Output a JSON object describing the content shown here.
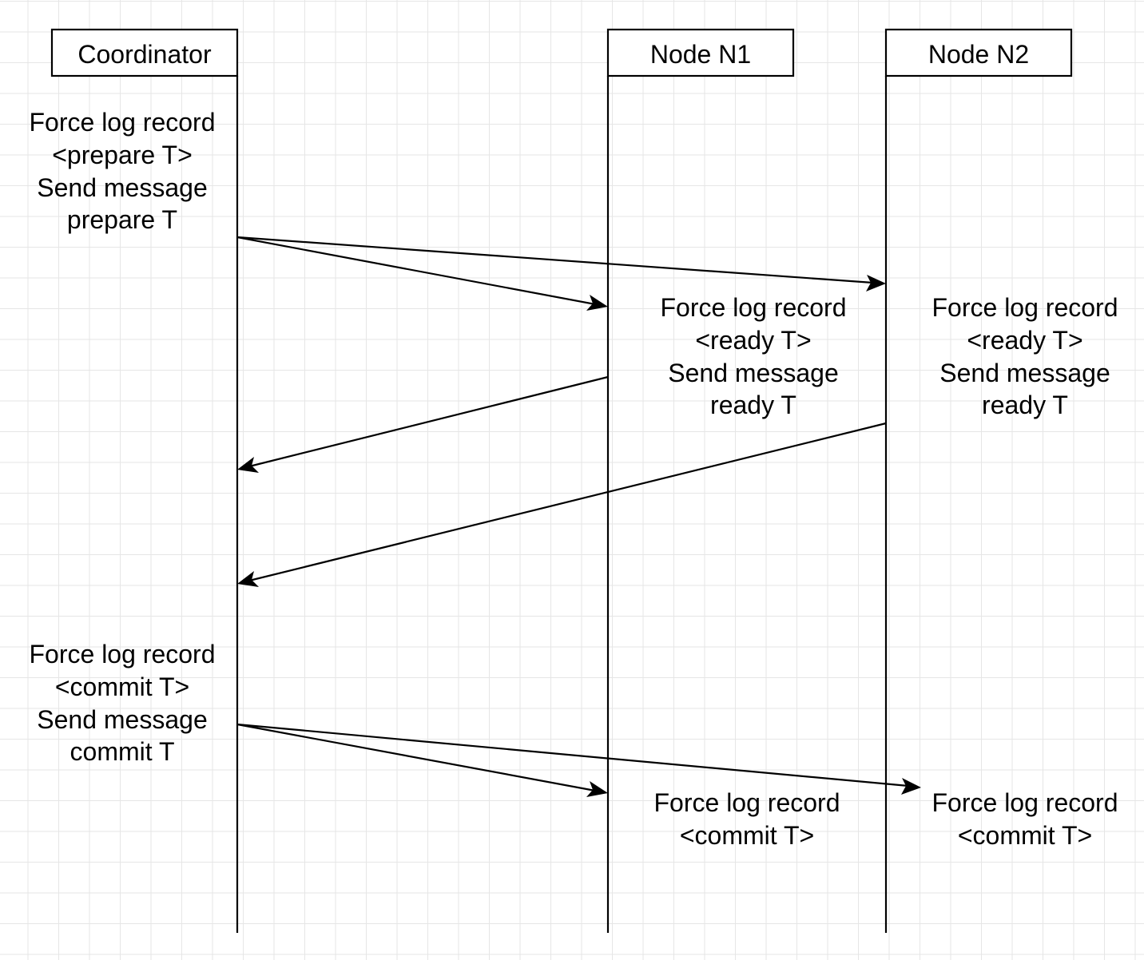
{
  "participants": [
    {
      "id": "coordinator",
      "label": "Coordinator"
    },
    {
      "id": "n1",
      "label": "Node N1"
    },
    {
      "id": "n2",
      "label": "Node N2"
    }
  ],
  "notes": [
    {
      "id": "coord-prepare",
      "participant": "coordinator",
      "lines": [
        "Force log record",
        "<prepare T>",
        "Send message",
        "prepare T"
      ]
    },
    {
      "id": "n1-ready",
      "participant": "n1",
      "lines": [
        "Force log record",
        "<ready T>",
        "Send message",
        "ready T"
      ]
    },
    {
      "id": "n2-ready",
      "participant": "n2",
      "lines": [
        "Force log record",
        "<ready T>",
        "Send message",
        "ready T"
      ]
    },
    {
      "id": "coord-commit",
      "participant": "coordinator",
      "lines": [
        "Force log record",
        "<commit T>",
        "Send message",
        "commit T"
      ]
    },
    {
      "id": "n1-commit",
      "participant": "n1",
      "lines": [
        "Force log record",
        "<commit T>"
      ]
    },
    {
      "id": "n2-commit",
      "participant": "n2",
      "lines": [
        "Force log record",
        "<commit T>"
      ]
    }
  ],
  "messages": [
    {
      "id": "prepare-to-n1",
      "from": "coordinator",
      "to": "n1"
    },
    {
      "id": "prepare-to-n2",
      "from": "coordinator",
      "to": "n2"
    },
    {
      "id": "ready-from-n1",
      "from": "n1",
      "to": "coordinator"
    },
    {
      "id": "ready-from-n2",
      "from": "n2",
      "to": "coordinator"
    },
    {
      "id": "commit-to-n1",
      "from": "coordinator",
      "to": "n1"
    },
    {
      "id": "commit-to-n2",
      "from": "coordinator",
      "to": "n2"
    }
  ]
}
